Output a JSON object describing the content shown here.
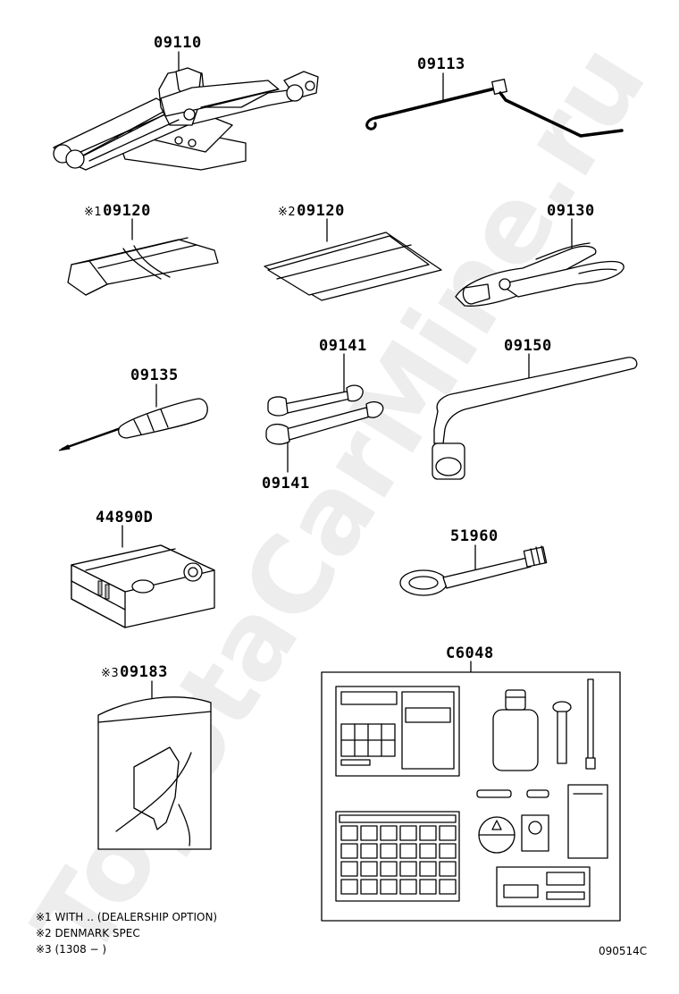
{
  "parts": {
    "jack": "09110",
    "handle": "09113",
    "tool_bag": "09120",
    "tool_bag_mark": "※1",
    "manual_pouch": "09120",
    "manual_pouch_mark": "※2",
    "pliers": "09130",
    "screwdriver": "09135",
    "wrench_upper": "09141",
    "wrench_lower": "09141",
    "wheel_wrench": "09150",
    "repair_kit": "44890D",
    "towing_eye": "51960",
    "bag": "09183",
    "bag_mark": "※3",
    "kit_box": "C6048"
  },
  "notes": [
    "※1 WITH ‥ (DEALERSHIP OPTION)",
    "※2 DENMARK SPEC",
    "※3 (1308 −          )"
  ],
  "drawing_code": "090514C",
  "watermark": "ToyotaCarMine.ru"
}
